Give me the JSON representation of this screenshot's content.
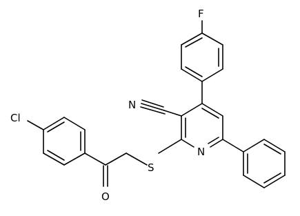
{
  "atoms": {
    "fluorine": "F",
    "chlorine": "Cl",
    "nitrile_carbon": "C",
    "nitrile_nitrogen": "N",
    "sulfur": "S",
    "ring_nitrogen": "N",
    "carbonyl_oxygen": "O"
  }
}
